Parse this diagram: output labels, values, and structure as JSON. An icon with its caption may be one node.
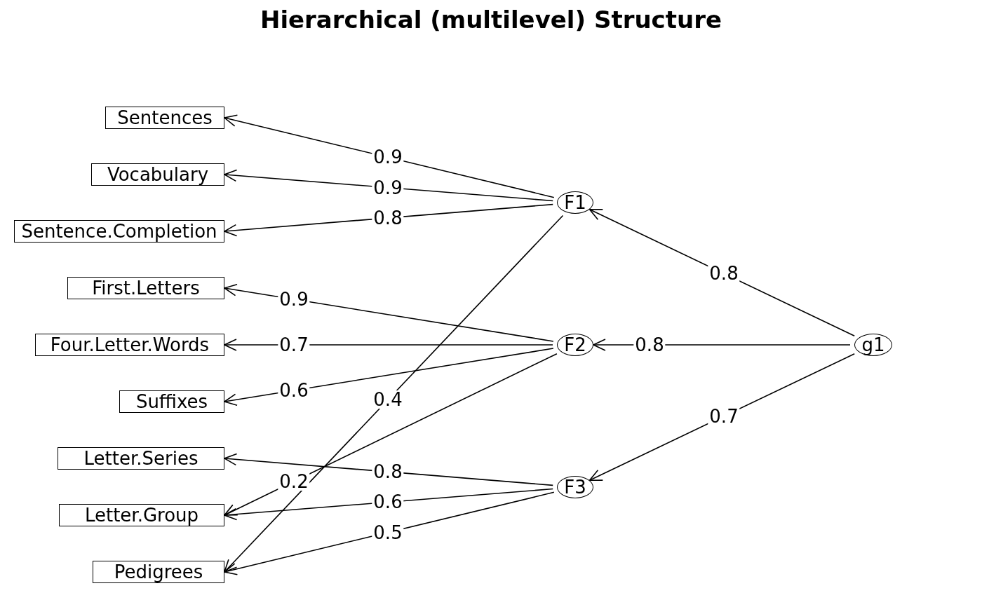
{
  "diagram": {
    "title": "Hierarchical (multilevel) Structure",
    "nodes": [
      {
        "text": [
          "Sentences"
        ]
      },
      {
        "text": [
          "Vocabulary"
        ]
      },
      {
        "text": [
          "Sentence.Completion"
        ]
      },
      {
        "text": [
          "First.Letters"
        ]
      },
      {
        "text": [
          "Four.Letter.Words"
        ]
      },
      {
        "text": [
          "Suffixes"
        ]
      },
      {
        "text": [
          "Letter.Series"
        ]
      },
      {
        "text": [
          "Letter.Group"
        ]
      },
      {
        "text": [
          "Pedigrees"
        ]
      },
      {
        "text": [
          "F1"
        ]
      },
      {
        "text": [
          "F2"
        ]
      },
      {
        "text": [
          "F3"
        ]
      },
      {
        "text": [
          "g1"
        ]
      }
    ],
    "edges": [
      {
        "from": 9,
        "to": 0,
        "arrow": "to",
        "label": "0.9"
      },
      {
        "from": 9,
        "to": 1,
        "arrow": "to",
        "label": "0.9"
      },
      {
        "from": 9,
        "to": 2,
        "arrow": "to",
        "label": "0.8"
      },
      {
        "from": 10,
        "to": 3,
        "arrow": "to",
        "label": "0.9"
      },
      {
        "from": 10,
        "to": 4,
        "arrow": "to",
        "label": "0.7"
      },
      {
        "from": 10,
        "to": 5,
        "arrow": "to",
        "label": "0.6"
      },
      {
        "from": 11,
        "to": 6,
        "arrow": "to",
        "label": "0.8"
      },
      {
        "from": 11,
        "to": 7,
        "arrow": "to",
        "label": "0.6"
      },
      {
        "from": 11,
        "to": 8,
        "arrow": "to",
        "label": "0.5"
      },
      {
        "from": 9,
        "to": 8,
        "arrow": "to",
        "label": "0.4"
      },
      {
        "from": 10,
        "to": 7,
        "arrow": "to",
        "label": "0.2"
      },
      {
        "from": 12,
        "to": 9,
        "arrow": "to",
        "label": "0.8"
      },
      {
        "from": 12,
        "to": 10,
        "arrow": "to",
        "label": "0.8"
      },
      {
        "from": 12,
        "to": 11,
        "arrow": "to",
        "label": "0.7"
      }
    ]
  }
}
